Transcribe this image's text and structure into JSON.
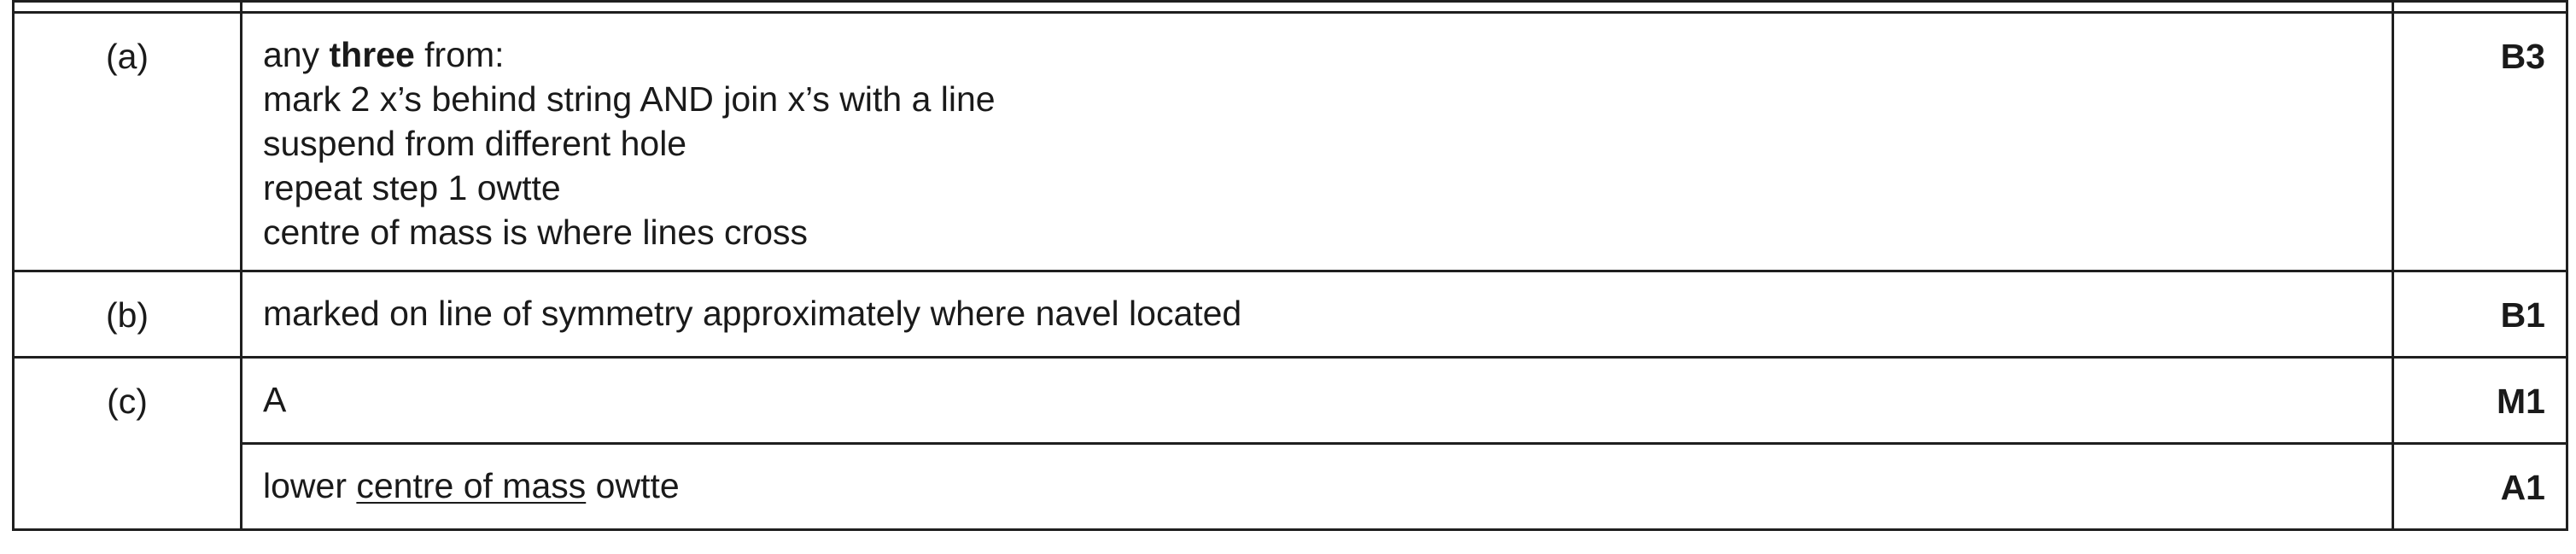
{
  "rows": {
    "a": {
      "part": "(a)",
      "intro_prefix": "any ",
      "intro_bold": "three",
      "intro_suffix": " from:",
      "lines": [
        "mark 2 x’s behind string AND join x’s with a line",
        "suspend from different hole",
        "repeat step 1 owtte",
        "centre of mass is where lines cross"
      ],
      "marks": "B3"
    },
    "b": {
      "part": "(b)",
      "answer": "marked on line of symmetry approximately where navel located",
      "marks": "B1"
    },
    "c": {
      "part": "(c)",
      "answer_1": "A",
      "marks_1": "M1",
      "answer_2_prefix": "lower ",
      "answer_2_underlined": "centre of mass",
      "answer_2_suffix": " owtte",
      "marks_2": "A1"
    }
  }
}
